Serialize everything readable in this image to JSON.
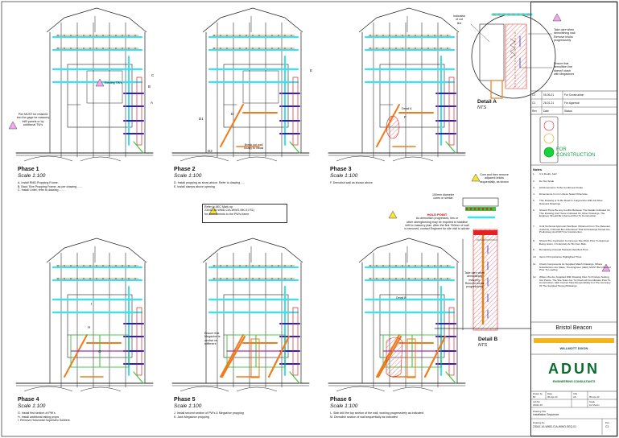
{
  "phases": [
    {
      "title": "Phase 1",
      "scale": "Scale 1:100",
      "notes": [
        "A. Install RMD Propping Frame.",
        "B. Back Tilve Propping Frame, as per drawing ......",
        "C. Install Lintel, refer to drawing ......."
      ]
    },
    {
      "title": "Phase 2",
      "scale": "Scale 1:100",
      "notes": [
        "D. Install propping as show above. Refer to drawing .....",
        "E. Install clamps above opening"
      ]
    },
    {
      "title": "Phase 3",
      "scale": "Scale 1:100",
      "notes": [
        "F. Demolish wall as shown above"
      ]
    },
    {
      "title": "Phase 4",
      "scale": "Scale 1:100",
      "notes": [
        "G. Install first section of PW's",
        "H. Install additional raking props",
        "I. Remove Horizontal Supersliro Soldiers"
      ]
    },
    {
      "title": "Phase 5",
      "scale": "Scale 1:100",
      "notes": [
        "J. Install second section of PW's & Megashor propping",
        "K. Jack Megashor propping"
      ]
    },
    {
      "title": "Phase 6",
      "scale": "Scale 1:100",
      "notes": [
        "L. Slab drill the top section of the wall, working progressively as indicated.",
        "M. Demolish section of wall sequentially as indicated"
      ]
    }
  ],
  "callouts": {
    "existing_tw": "Existing TW's",
    "pier_note": [
      "Pier MUST be retained",
      "into the gage be masonry",
      "infill panels or by",
      "additional TW's"
    ],
    "break_out": [
      "Break out wall",
      "locally to install"
    ],
    "detail_a_label": "Detail A",
    "ensure_megashor": [
      "Ensure that",
      "Megashor is",
      "central on",
      "stiffeners"
    ],
    "detail_b_label": "Detail B",
    "refer_note": [
      "Refer to AEC Mark up",
      "23042-16-WMD-CIA-WWO-MK-01 R1)",
      "for amendments to the PW's frame"
    ],
    "cut_line": [
      "Indicative",
      "of cut",
      "line"
    ],
    "take_care_a": [
      "Take care when",
      "demolishing wall.",
      "Remove bricks",
      "progressively"
    ],
    "ensure_demolition": [
      "Ensure that",
      "demolition line",
      "doesn't clash",
      "with Megashors"
    ],
    "core_note": [
      "Core and then remove",
      "adjacent bricks",
      "sequentially, as shown"
    ],
    "diameter_note": [
      "100mm diameter",
      "cores or similar"
    ],
    "hold_point": [
      "HOLD POINT",
      "As demolition progresses, ties or",
      "other strengthening may be required to stabilise",
      "infill to masonry plan.  After the first 750mm of wall",
      "is removed, contact Engineer for site visit to advise"
    ],
    "take_care_b": [
      "Take care when",
      "demolishing",
      "masonry.",
      "Remove bricks",
      "progressively"
    ],
    "labels": [
      "A",
      "B",
      "C",
      "D",
      "D1",
      "D2",
      "E",
      "F",
      "G",
      "H",
      "I"
    ]
  },
  "details": {
    "a": {
      "title": "Detail A",
      "sub": "NTS"
    },
    "b": {
      "title": "Detail B",
      "sub": "NTS"
    }
  },
  "revisions": [
    {
      "rev": "C2",
      "date": "05-06-21",
      "desc": "For Construction"
    },
    {
      "rev": "C1",
      "date": "28-01-21",
      "desc": "For Approval"
    },
    {
      "rev": "Rev",
      "date": "Date",
      "desc": "Status"
    }
  ],
  "status": "FOR CONSTRUCTION",
  "title_block": {
    "notes_title": "Notes",
    "notes": [
      {
        "n": "1.",
        "t": "It Is Doubt, Ask!"
      },
      {
        "n": "2.",
        "t": "Do Not Scale"
      },
      {
        "n": "3.",
        "t": "All Dimensions To Be Confirmed Onsite"
      },
      {
        "n": "4.",
        "t": "Dimensions In mm Unless Noted Otherwise"
      },
      {
        "n": "5.",
        "t": "This Drawing Is To Be Read In Conjunction With All Other Relevant Drawings."
      },
      {
        "n": "6.",
        "t": "Should There Be Any Conflict Between The Details Indicated On This Drawing And Those Indicated On Other Drawings, The Engineer Should Be Informed Prior To Construction."
      },
      {
        "n": "7.",
        "t": "Until Technical Approval Has Been Obtained From The Relevant Authority, It Should Be Understood That All Drawings Issued Are Preliminary And NOT For Construction."
      },
      {
        "n": "8.",
        "t": "Should The Contractor Commence Site Work Prior To Approval Being Given, It Is Entirely At His Own Risk."
      },
      {
        "n": "9.",
        "t": "Remaining Unusual Hazards Identified Thus:"
      },
      {
        "n": "10.",
        "t": "Items Of Importance Highlighted Thus:"
      },
      {
        "n": "11.",
        "t": "Check Components As Supplied Match Drawings. Where Substitutions Are Made, The Engineer (AEC) MUST Be Informed Prior To Loading."
      },
      {
        "n": "12.",
        "t": "Where We Are Supplied With Drawing Files To Produce Setting Out Points, The Site Team Are To Check All Coordinates Prior To Construction. AEC Cannot Take Responsibility For The Accuracy Of The Supplied Survey/Drawings."
      }
    ],
    "project": "Bristol Beacon",
    "client": "WILLMOTT DIXON",
    "firm": "ENGINEERING CONSULTANTS",
    "firm_logo": "ADUN",
    "drawn_by_label": "Drawn by",
    "drawn_by": "BJ",
    "date_label": "Date",
    "date": "05-Apr-20",
    "checked_label": "Chk",
    "checked": "AS",
    "check_date": "05-Apr-20",
    "job_label": "Job No",
    "job": "23042-16",
    "scale_label": "Scale",
    "scale": "As Shown",
    "title_label": "Drawing Title",
    "title": "Installation Sequence",
    "drawing_no_label": "Drawing No",
    "drawing_no": "23042-16-WMD-CIA-WWO-SEQ-01",
    "rev_label": "Rev",
    "rev": "C2"
  },
  "colors": {
    "cyan": "#33e4f5",
    "orange": "#f07b1c",
    "blue": "#2020d0",
    "purple": "#a030c0",
    "green": "#3cc63c",
    "red": "#e22222",
    "hatch": "#e06060"
  }
}
